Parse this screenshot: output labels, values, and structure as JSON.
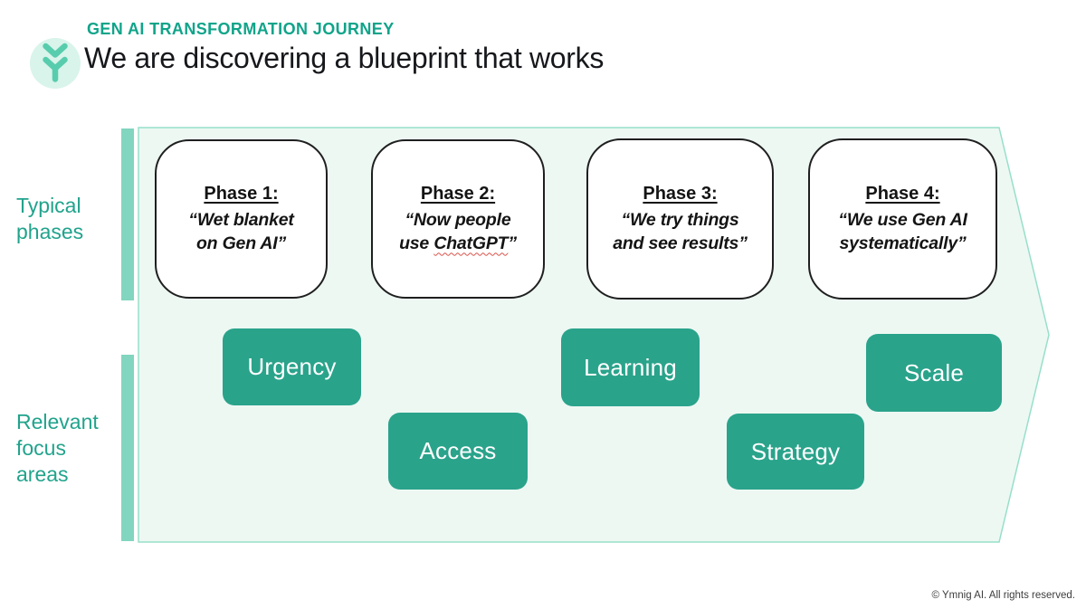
{
  "header": {
    "eyebrow": "GEN AI TRANSFORMATION JOURNEY",
    "title": "We are discovering a blueprint that works"
  },
  "logo": {
    "icon": "branch-y-icon"
  },
  "row_labels": {
    "typical_phases": "Typical\nphases",
    "relevant_focus": "Relevant\nfocus\nareas"
  },
  "phases": [
    {
      "title": "Phase 1:",
      "line1": "“Wet blanket",
      "line2_pre": "on Gen AI”",
      "line2_word": "",
      "line2_post": ""
    },
    {
      "title": "Phase 2:",
      "line1": "“Now people",
      "line2_pre": "use ",
      "line2_word": "ChatGPT",
      "line2_post": "”"
    },
    {
      "title": "Phase 3:",
      "line1": "“We try things",
      "line2_pre": "and see results”",
      "line2_word": "",
      "line2_post": ""
    },
    {
      "title": "Phase 4:",
      "line1": "“We use Gen AI",
      "line2_pre": "systematically”",
      "line2_word": "",
      "line2_post": ""
    }
  ],
  "focus_areas": [
    {
      "label": "Urgency"
    },
    {
      "label": "Access"
    },
    {
      "label": "Learning"
    },
    {
      "label": "Strategy"
    },
    {
      "label": "Scale"
    }
  ],
  "footer": {
    "copyright": "© Ymnig AI. All rights reserved."
  },
  "colors": {
    "accent_text": "#10a48a",
    "focus_box": "#2aa38b",
    "accent_bar": "#82d5bf",
    "arrow_fill": "#edf8f3",
    "arrow_border": "#97dfca",
    "logo_circle": "#d9f4eb",
    "logo_glyph": "#58cdad",
    "ink": "#17181c",
    "spellcheck_squiggle": "#d9544a"
  }
}
